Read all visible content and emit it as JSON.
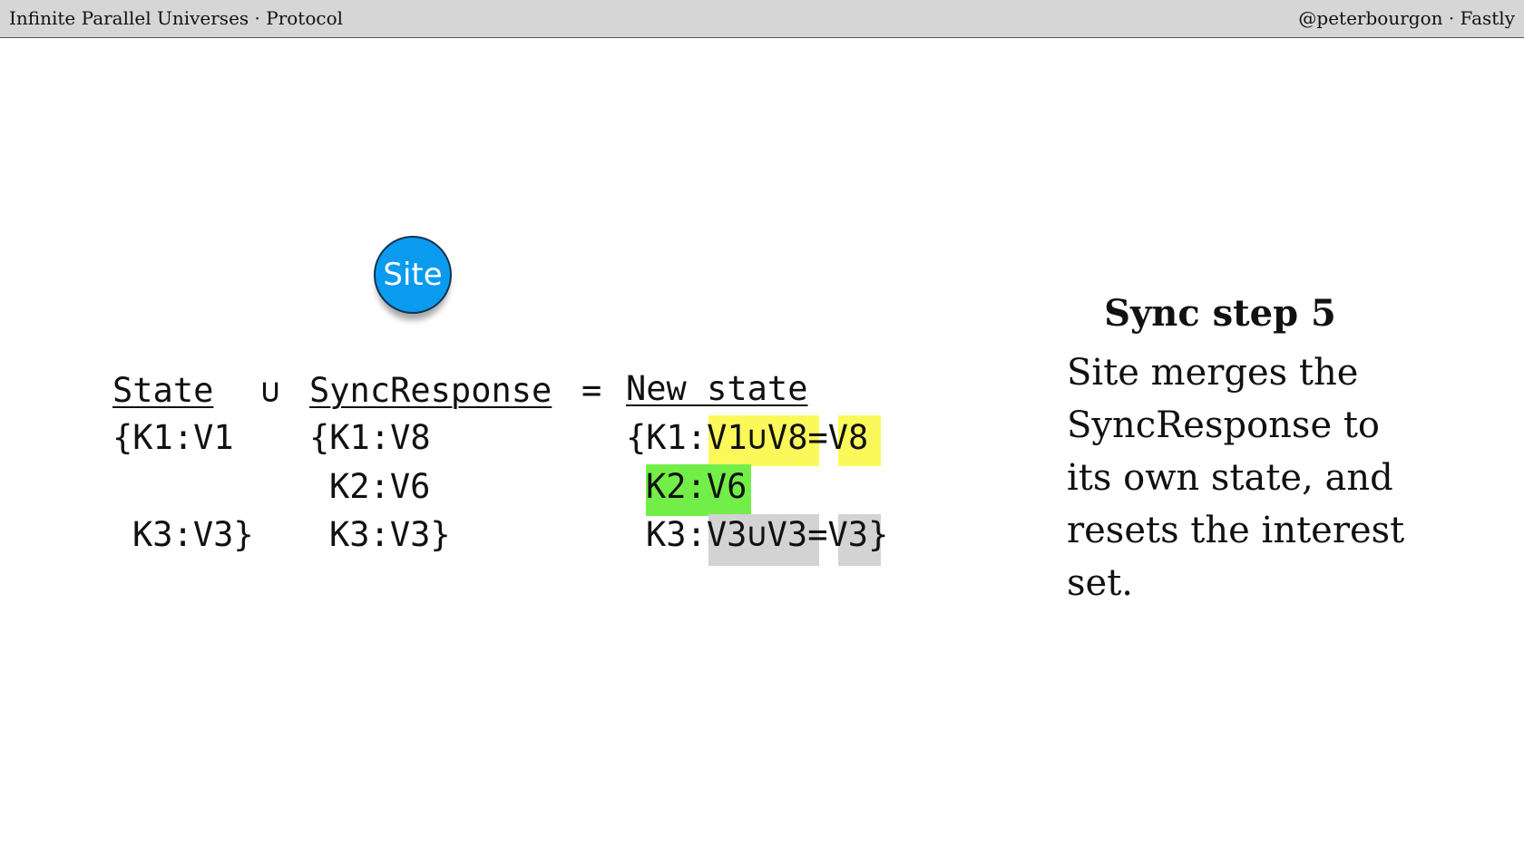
{
  "header": {
    "left": "Infinite Parallel Universes · Protocol",
    "right": "@peterbourgon · Fastly"
  },
  "node": {
    "label": "Site",
    "color": "#0a9bef"
  },
  "table": {
    "state_header": "State",
    "union_symbol": "∪",
    "response_header": "SyncResponse",
    "equals_symbol": "=",
    "new_state_header": "New state",
    "state_lines": [
      "{K1:V1",
      "K3:V3}"
    ],
    "response_lines": [
      "{K1:V8",
      "K2:V6",
      "K3:V3}"
    ],
    "new_state": {
      "row1_prefix": "{K1:",
      "row1_merge": "V1∪V8",
      "row1_eq": "=",
      "row1_result": "V8",
      "row2": "K2:V6",
      "row3_prefix": "K3:",
      "row3_merge": "V3∪V3",
      "row3_eq": "=",
      "row3_result": "V3",
      "row3_suffix": "}"
    },
    "colors": {
      "changed": "#fbf95a",
      "added": "#73ee48",
      "unchanged": "#d3d3d3"
    }
  },
  "sidebar": {
    "title": "Sync step 5",
    "text": "Site merges the SyncResponse to its own state, and resets the interest set."
  }
}
